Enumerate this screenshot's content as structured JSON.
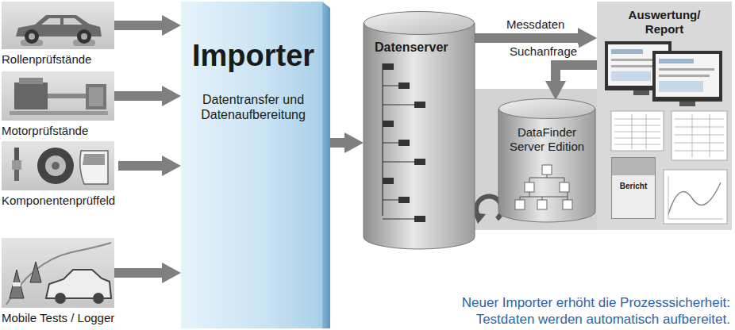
{
  "diagram": {
    "caption": "Neuer Importer erhöht die Prozesssicherheit: Testdaten werden automatisch aufbereitet.",
    "nodes": [
      {
        "text": [
          "Rollenprüfstände"
        ]
      },
      {
        "text": [
          "Motorprüfstände"
        ]
      },
      {
        "text": [
          "Komponentenprüffeld"
        ]
      },
      {
        "text": [
          "Mobile Tests / Logger"
        ]
      },
      {
        "text": [
          "Importer",
          "Datentransfer und Datenaufbereitung"
        ]
      },
      {
        "text": [
          "Datenserver"
        ]
      },
      {
        "text": [
          "Auswertung/ Report"
        ]
      },
      {
        "text": [
          "Bericht"
        ],
        "in": 6
      },
      {
        "text": [
          "DataFinder Server Edition"
        ]
      }
    ],
    "edges": [
      {
        "from": 0,
        "to": 4,
        "arrow": "to"
      },
      {
        "from": 1,
        "to": 4,
        "arrow": "to"
      },
      {
        "from": 2,
        "to": 4,
        "arrow": "to"
      },
      {
        "from": 3,
        "to": 4,
        "arrow": "to"
      },
      {
        "from": 4,
        "to": 5,
        "arrow": "to"
      },
      {
        "from": 5,
        "to": 6,
        "label": "Messdaten",
        "arrow": "to"
      },
      {
        "from": 6,
        "to": 8,
        "label": "Suchanfrage",
        "arrow": "to"
      }
    ]
  }
}
